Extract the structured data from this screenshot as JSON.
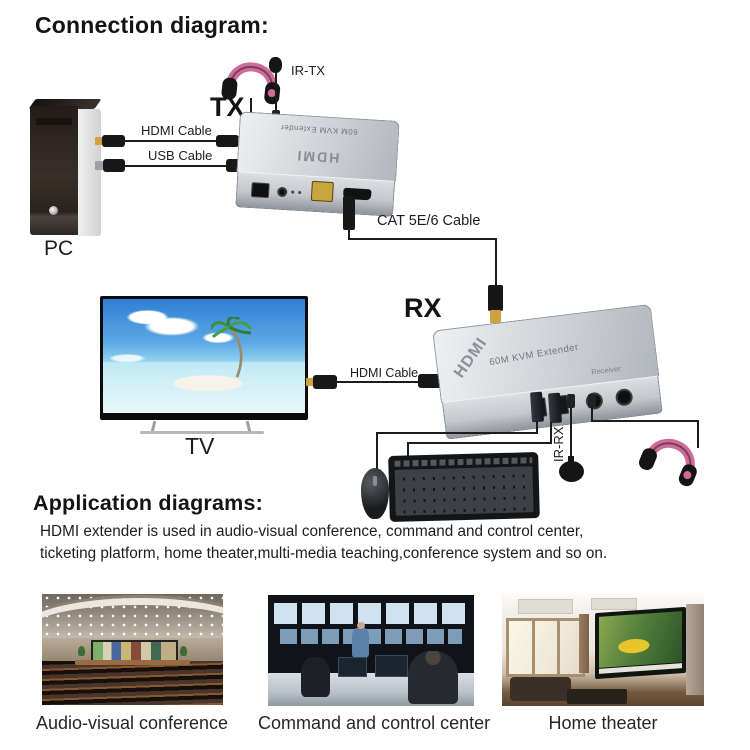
{
  "titles": {
    "connection": "Connection diagram:",
    "application": "Application diagrams:"
  },
  "description": {
    "line1": "HDMI extender is used in audio-visual conference, command and control center,",
    "line2": "ticketing platform, home theater,multi-media teaching,conference system and so on."
  },
  "labels": {
    "tx": "TX",
    "rx": "RX",
    "pc": "PC",
    "tv": "TV",
    "ir_tx": "IR-TX",
    "ir_rx": "IR-RX",
    "hdmi_cable_pc": "HDMI Cable",
    "usb_cable": "USB Cable",
    "cat_cable": "CAT 5E/6 Cable",
    "hdmi_cable_tv": "HDMI Cable"
  },
  "devices": {
    "tx_unit": {
      "model": "60M KVM Extender",
      "port": "HDMI"
    },
    "rx_unit": {
      "model": "60M KVM Extender",
      "port": "HDMI",
      "role": "Receiver"
    }
  },
  "applications": [
    {
      "caption": "Audio-visual conference"
    },
    {
      "caption": "Command and control center"
    },
    {
      "caption": "Home theater"
    }
  ],
  "colors": {
    "headphone_pink": "#d06a9a",
    "device_silver": "#c2c6cb",
    "rj45_gold": "#cfa23f",
    "cable_black": "#1c1c1c",
    "text_black": "#1c1c1c"
  }
}
